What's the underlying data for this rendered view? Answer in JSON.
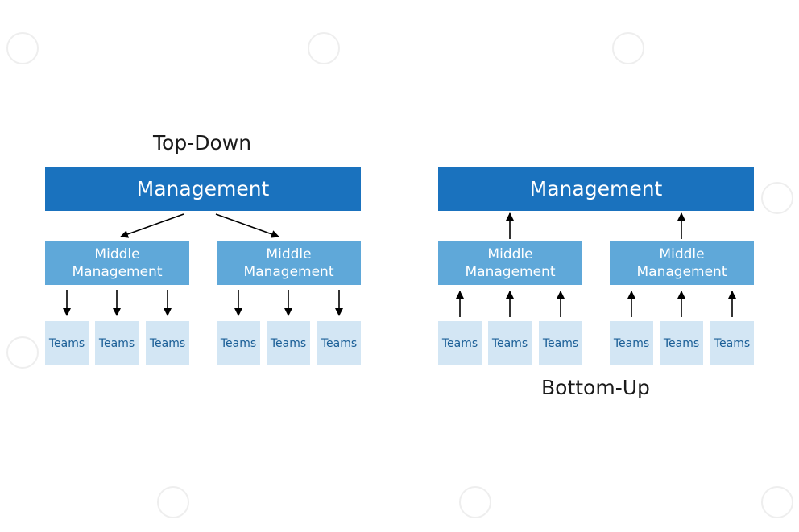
{
  "top_down": {
    "title": "Top-Down",
    "management": "Management",
    "middle": [
      "Middle\nManagement",
      "Middle\nManagement"
    ],
    "teams": [
      "Teams",
      "Teams",
      "Teams",
      "Teams",
      "Teams",
      "Teams"
    ]
  },
  "bottom_up": {
    "title": "Bottom-Up",
    "management": "Management",
    "middle": [
      "Middle\nManagement",
      "Middle\nManagement"
    ],
    "teams": [
      "Teams",
      "Teams",
      "Teams",
      "Teams",
      "Teams",
      "Teams"
    ]
  },
  "colors": {
    "management": "#1a72be",
    "middle_management": "#5fa8d9",
    "teams": "#d3e6f4",
    "teams_text": "#1a5e96",
    "arrows": "#000000"
  }
}
